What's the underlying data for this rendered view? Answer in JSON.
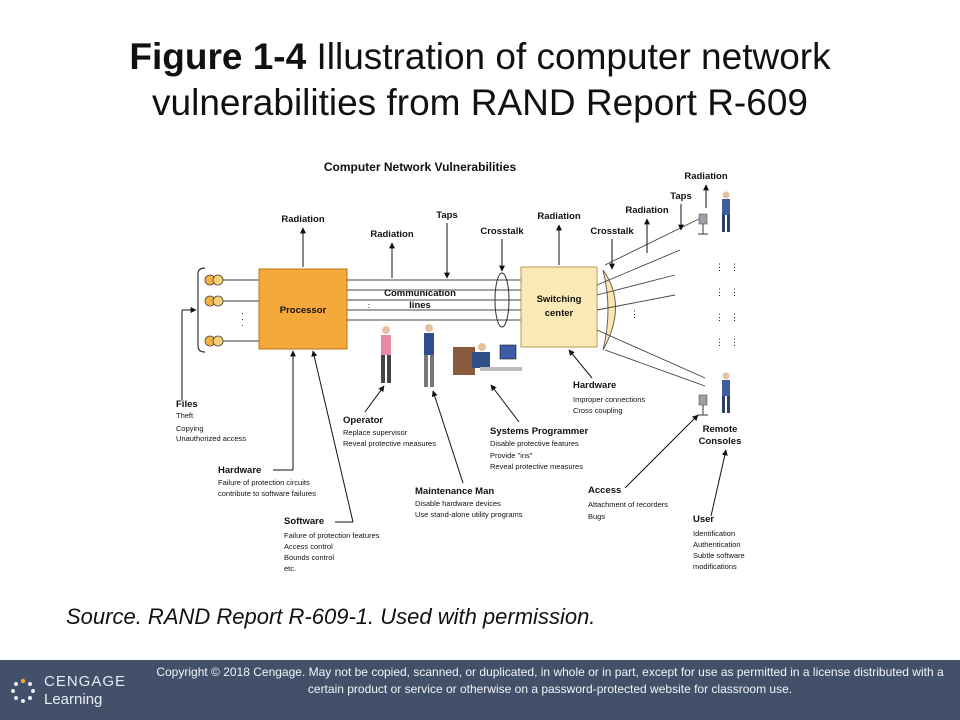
{
  "slide": {
    "title_bold": "Figure 1-4",
    "title_rest": " Illustration of computer network",
    "title_line2": "vulnerabilities from RAND Report R-609",
    "source": "Source. RAND Report R-609-1. Used with permission."
  },
  "diagram": {
    "title": "Computer Network Vulnerabilities",
    "processor": "Processor",
    "comm_lines_1": "Communication",
    "comm_lines_2": "lines",
    "switching_1": "Switching",
    "switching_2": "center",
    "radiation": "Radiation",
    "taps": "Taps",
    "crosstalk": "Crosstalk",
    "remote_1": "Remote",
    "remote_2": "Consoles",
    "files": {
      "heading": "Files",
      "items": [
        "Theft",
        "Copying",
        "Unauthorized access"
      ]
    },
    "hardware_proc": {
      "heading": "Hardware",
      "items": [
        "Failure of protection circuits",
        "contribute to software failures"
      ]
    },
    "software": {
      "heading": "Software",
      "items": [
        "Failure of protection features",
        "Access control",
        "Bounds control",
        "etc."
      ]
    },
    "operator": {
      "heading": "Operator",
      "items": [
        "Replace supervisor",
        "Reveal protective measures"
      ]
    },
    "maintenance": {
      "heading": "Maintenance Man",
      "items": [
        "Disable hardware devices",
        "Use stand-alone utility programs"
      ]
    },
    "sysprog": {
      "heading": "Systems Programmer",
      "items": [
        "Disable protective features",
        "Provide \"ins\"",
        "Reveal protective measures"
      ]
    },
    "hardware_sw": {
      "heading": "Hardware",
      "items": [
        "Improper connections",
        "Cross coupling"
      ]
    },
    "access": {
      "heading": "Access",
      "items": [
        "Attachment of recorders",
        "Bugs"
      ]
    },
    "user": {
      "heading": "User",
      "items": [
        "Identification",
        "Authentication",
        "Subtle software",
        "modifications"
      ]
    }
  },
  "footer": {
    "logo_line1": "CENGAGE",
    "logo_line2": "Learning",
    "copyright": "Copyright © 2018 Cengage. May not be copied, scanned, or duplicated, in whole or in part, except for use as permitted in a license distributed with a certain product or service or otherwise on a password-protected website for classroom use."
  },
  "colors": {
    "processor_fill": "#f5a93a",
    "switching_fill": "#fbe9b6",
    "footer_bg": "#43506a"
  }
}
